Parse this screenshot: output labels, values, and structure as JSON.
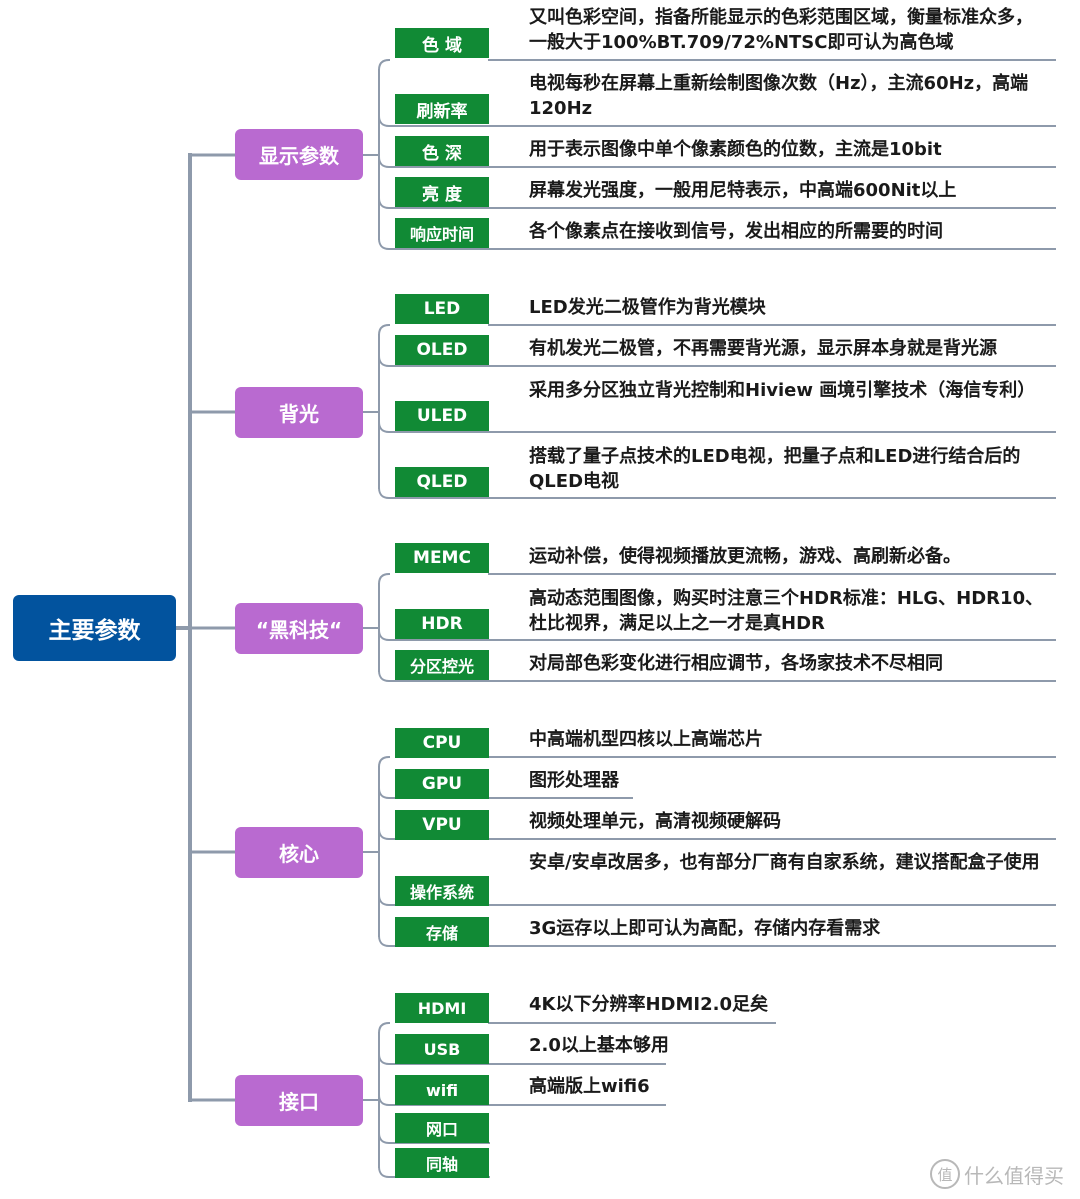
{
  "root": {
    "label": "主要参数"
  },
  "categories": [
    {
      "label": "显示参数",
      "items": [
        {
          "label": "色 域",
          "desc": "又叫色彩空间，指备所能显示的色彩范围区域，衡量标准众多，一般大于100%BT.709/72%NTSC即可认为高色域"
        },
        {
          "label": "刷新率",
          "desc": "电视每秒在屏幕上重新绘制图像次数（Hz），主流60Hz，高端120Hz"
        },
        {
          "label": "色 深",
          "desc": "用于表示图像中单个像素颜色的位数，主流是10bit"
        },
        {
          "label": "亮 度",
          "desc": "屏幕发光强度，一般用尼特表示，中高端600Nit以上"
        },
        {
          "label": "响应时间",
          "desc": "各个像素点在接收到信号，发出相应的所需要的时间"
        }
      ]
    },
    {
      "label": "背光",
      "items": [
        {
          "label": "LED",
          "desc": "LED发光二极管作为背光模块"
        },
        {
          "label": "OLED",
          "desc": "有机发光二极管，不再需要背光源，显示屏本身就是背光源"
        },
        {
          "label": "ULED",
          "desc": "采用多分区独立背光控制和Hiview 画境引擎技术（海信专利）"
        },
        {
          "label": "QLED",
          "desc": "搭载了量子点技术的LED电视，把量子点和LED进行结合后的QLED电视"
        }
      ]
    },
    {
      "label": "“黑科技“",
      "items": [
        {
          "label": "MEMC",
          "desc": "运动补偿，使得视频播放更流畅，游戏、高刷新必备。"
        },
        {
          "label": "HDR",
          "desc": "高动态范围图像，购买时注意三个HDR标准：HLG、HDR10、杜比视界，满足以上之一才是真HDR"
        },
        {
          "label": "分区控光",
          "desc": "对局部色彩变化进行相应调节，各场家技术不尽相同"
        }
      ]
    },
    {
      "label": "核心",
      "items": [
        {
          "label": "CPU",
          "desc": "中高端机型四核以上高端芯片"
        },
        {
          "label": "GPU",
          "desc": "图形处理器"
        },
        {
          "label": "VPU",
          "desc": "视频处理单元，高清视频硬解码"
        },
        {
          "label": "操作系统",
          "desc": "安卓/安卓改居多，也有部分厂商有自家系统，建议搭配盒子使用"
        },
        {
          "label": "存储",
          "desc": "3G运存以上即可认为高配，存储内存看需求"
        }
      ]
    },
    {
      "label": "接口",
      "items": [
        {
          "label": "HDMI",
          "desc": "4K以下分辨率HDMI2.0足矣"
        },
        {
          "label": "USB",
          "desc": "2.0以上基本够用"
        },
        {
          "label": "wifi",
          "desc": "高端版上wifi6"
        },
        {
          "label": "网口",
          "desc": ""
        },
        {
          "label": "同轴",
          "desc": ""
        }
      ]
    }
  ],
  "watermark": {
    "icon": "值",
    "text": "什么值得买"
  },
  "colors": {
    "root": "#02539e",
    "category": "#b96ad0",
    "leaf": "#118a35",
    "connector": "#8e9aab"
  }
}
